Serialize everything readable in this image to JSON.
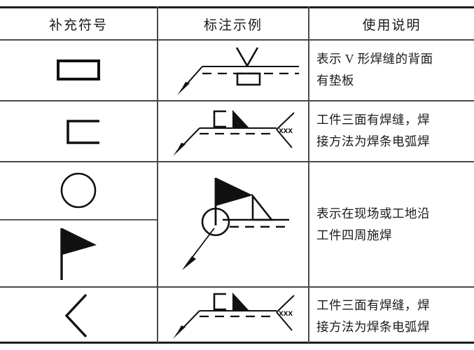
{
  "table": {
    "headers": [
      {
        "id": "supplementary-symbol",
        "label": "补充符号"
      },
      {
        "id": "annotation-example",
        "label": "标注示例"
      },
      {
        "id": "usage-description",
        "label": "使用说明"
      }
    ],
    "rows": [
      {
        "id": "row-backing-plate",
        "symbol_name": "rectangle-backing-symbol",
        "symbol_glyph": "▭",
        "example_name": "v-groove-with-backing-example",
        "example_tail_text": "",
        "description_lines": [
          "表示 V 形焊缝的背面",
          "有垫板"
        ]
      },
      {
        "id": "row-three-sided-weld",
        "symbol_name": "three-sided-weld-symbol",
        "symbol_glyph": "⊏",
        "example_name": "three-sided-fillet-weld-example",
        "example_tail_text": "xxx",
        "description_lines": [
          "工件三面有焊缝，焊",
          "接方法为焊条电弧焊"
        ]
      },
      {
        "id": "row-field-all-around",
        "symbol_name": "circle-all-around-symbol",
        "symbol_glyph": "○",
        "symbol_name_2": "flag-field-weld-symbol",
        "symbol_glyph_2": "⚑",
        "example_name": "field-weld-all-around-example",
        "example_tail_text": "",
        "description_lines": [
          "表示在现场或工地沿",
          "工件四周施焊"
        ]
      },
      {
        "id": "row-flare-bevel",
        "symbol_name": "chevron-flare-symbol",
        "symbol_glyph": "〈",
        "example_name": "three-sided-fillet-weld-example-2",
        "example_tail_text": "xxx",
        "description_lines": [
          "工件三面有焊缝，焊",
          "接方法为焊条电弧焊"
        ]
      }
    ],
    "colors": {
      "ink": "#1a1a1a",
      "rule": "#4a4a4a",
      "background": "#ffffff"
    }
  }
}
